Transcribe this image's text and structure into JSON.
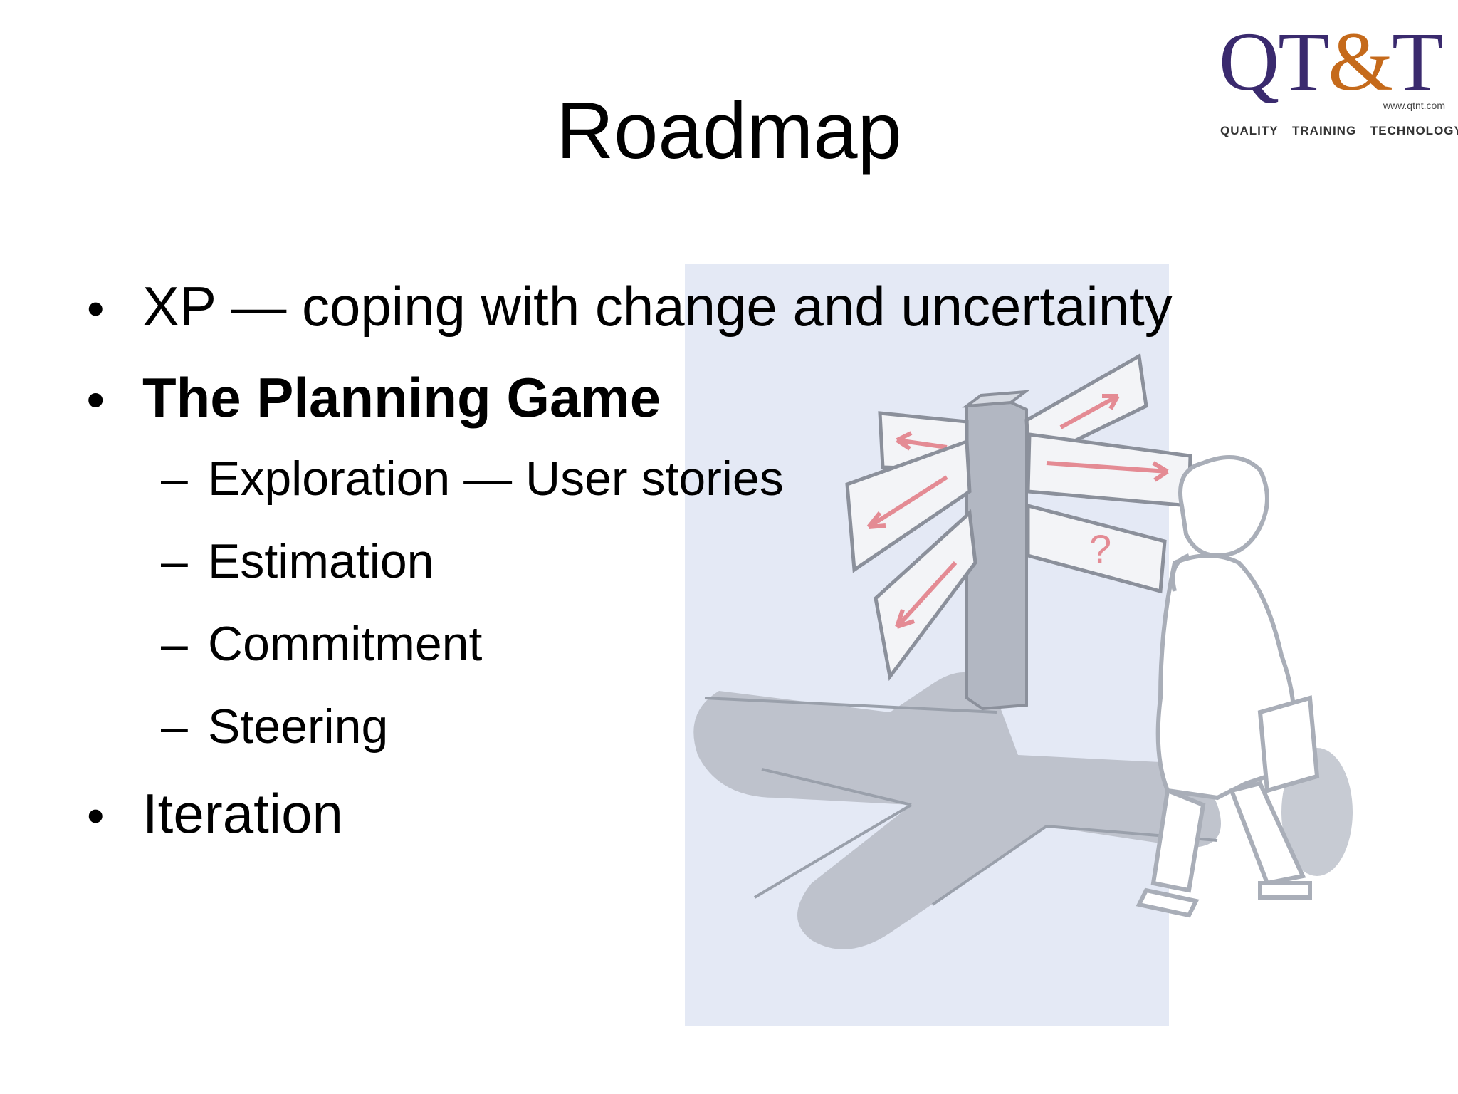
{
  "slide": {
    "title": "Roadmap",
    "bullets": [
      {
        "text": "XP — coping with change and uncertainty",
        "bold": false
      },
      {
        "text": "The Planning Game",
        "bold": true,
        "sub_items": [
          "Exploration — User stories",
          "Estimation",
          "Commitment",
          "Steering"
        ]
      },
      {
        "text": "Iteration",
        "bold": false
      }
    ],
    "bullet_marker": "•",
    "sub_marker": "–"
  },
  "logo": {
    "main_left": "QT",
    "amp": "&",
    "main_right": "T",
    "url": "www.qtnt.com",
    "tagline": "QUALITY TRAINING TECHNOLOGY"
  },
  "colors": {
    "illustration_panel": "#e4e9f5",
    "logo_primary": "#3a2a6e",
    "logo_accent": "#c56a1b",
    "arrow_accent": "#e48b94"
  },
  "illustration": {
    "icon": "signpost-crossroads-person-icon"
  }
}
